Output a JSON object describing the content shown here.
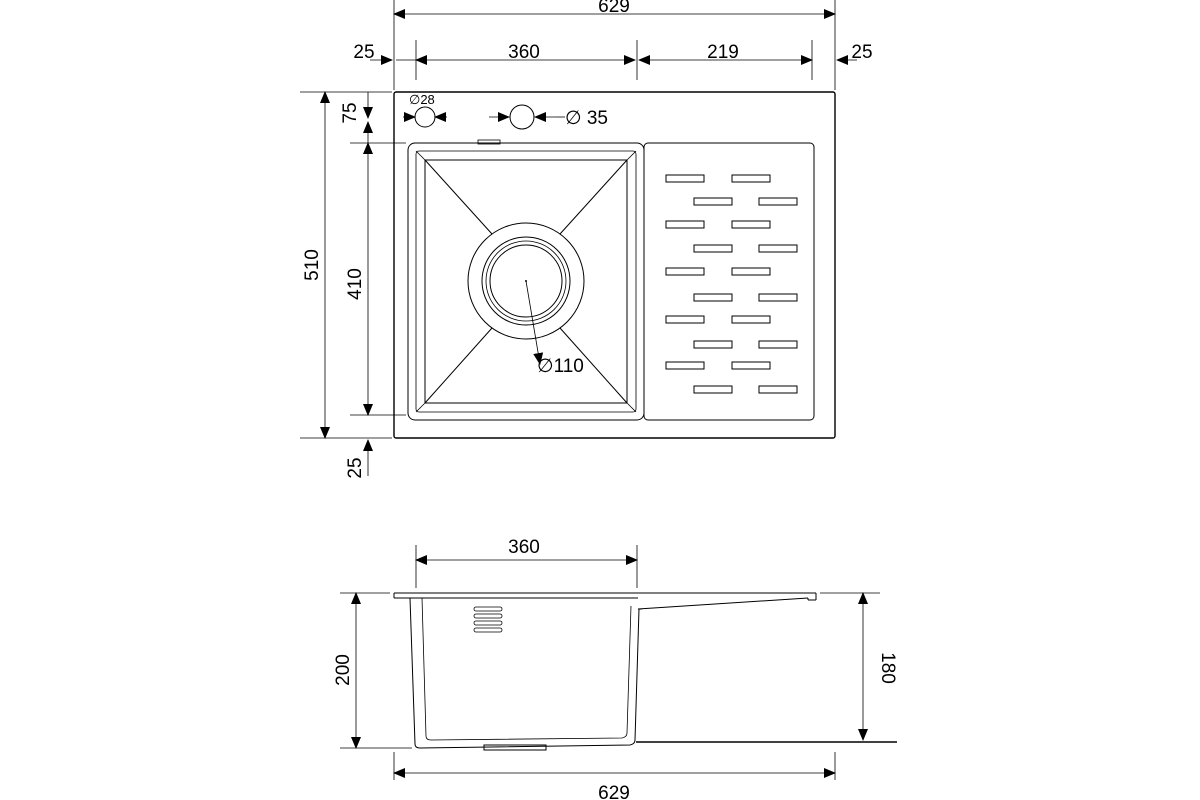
{
  "top_view": {
    "overall_width": "629",
    "left_margin": "25",
    "bowl_width": "360",
    "drainer_width": "219",
    "right_margin": "25",
    "overall_depth": "510",
    "top_margin": "75",
    "bowl_depth": "410",
    "bottom_margin": "25",
    "faucet_hole": "35",
    "small_hole": "28",
    "drain_diameter": "110",
    "diameter_symbol": "∅"
  },
  "side_view": {
    "bowl_width": "360",
    "bowl_height": "200",
    "drainer_height": "180",
    "overall_width": "629"
  }
}
